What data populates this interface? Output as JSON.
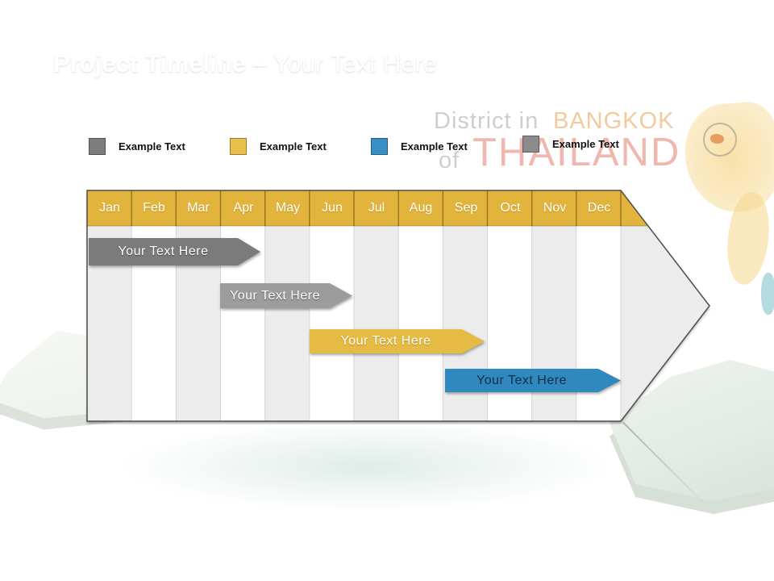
{
  "slide": {
    "title_bold": "Project Timeline",
    "title_rest": "– Your Text Here"
  },
  "legend": {
    "items": [
      {
        "label": "Example Text",
        "color": "#7D7D7D"
      },
      {
        "label": "Example Text",
        "color": "#E8C04A"
      },
      {
        "label": "Example Text",
        "color": "#3A8EC6"
      },
      {
        "label": "Example Text",
        "color": "#8C8C8C"
      }
    ]
  },
  "watermark": {
    "word1": "District in",
    "word2": "BANGKOK",
    "word3": "of",
    "word4": "THAILAND",
    "gray_color": "rgba(165,165,165,0.55)",
    "orange_color": "rgba(232,166,94,0.6)",
    "red_color": "rgba(226,123,106,0.55)"
  },
  "timeline": {
    "header_color": "#E3B43C",
    "months": [
      "Jan",
      "Feb",
      "Mar",
      "Apr",
      "May",
      "Jun",
      "Jul",
      "Aug",
      "Sep",
      "Oct",
      "Nov",
      "Dec"
    ],
    "bars": [
      {
        "label": "Your Text Here",
        "color": "#7B7B7B",
        "start": "Jan",
        "end": "Mar"
      },
      {
        "label": "Your Text Here",
        "color": "#9C9C9C",
        "start": "Apr",
        "end": "Jun"
      },
      {
        "label": "Your Text Here",
        "color": "#E6BB43",
        "start": "Jun",
        "end": "Sep"
      },
      {
        "label": "Your Text Here",
        "color": "#2F89BE",
        "start": "Sep",
        "end": "Dec"
      }
    ]
  }
}
